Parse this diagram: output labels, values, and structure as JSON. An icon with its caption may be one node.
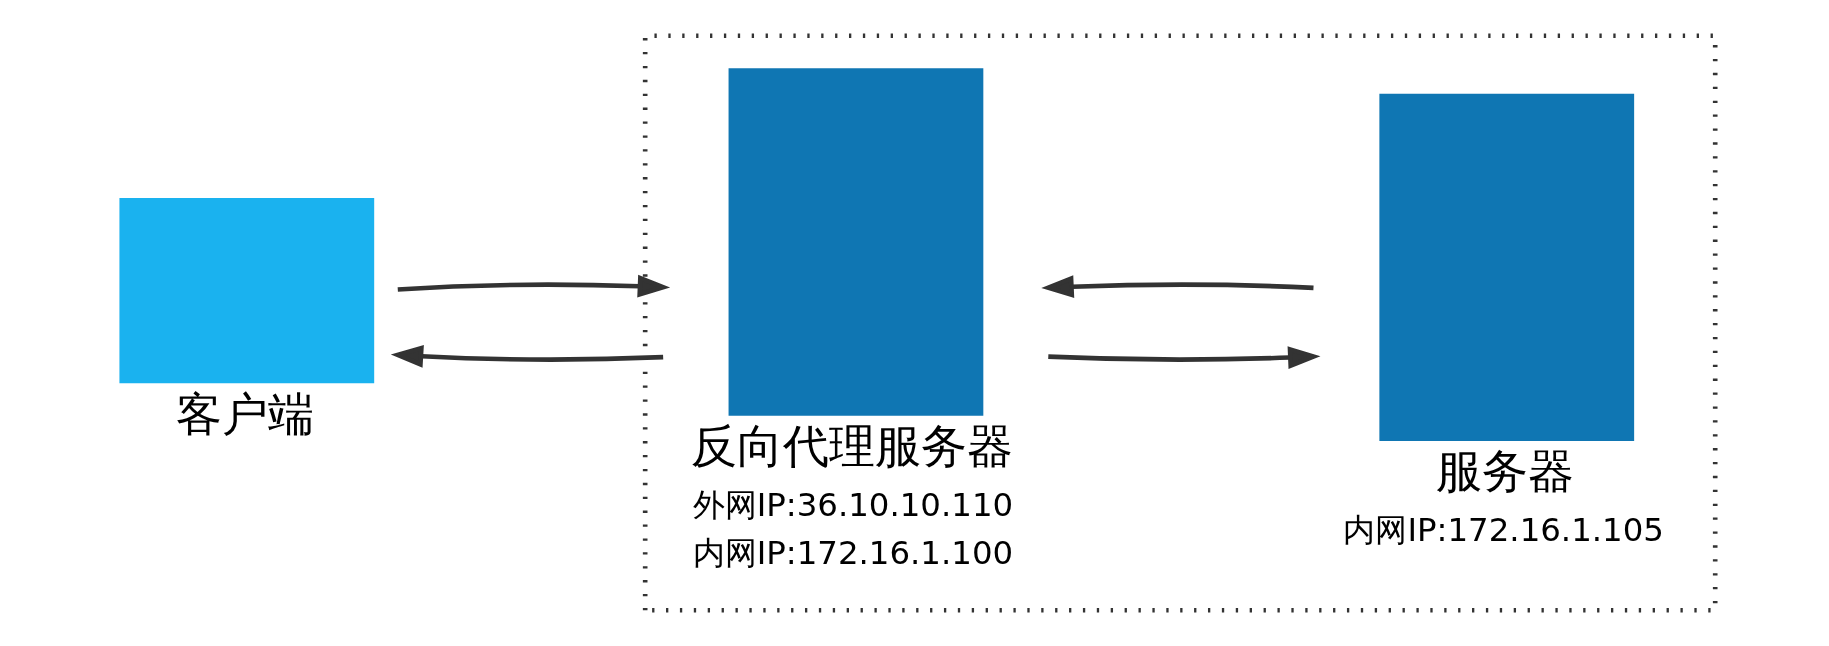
{
  "diagram": {
    "nodes": [
      {
        "text": [],
        "shape": "box"
      },
      {
        "text": [
          "客户端"
        ]
      },
      {
        "text": [
          "反向代理服务器",
          "外网IP:36.10.10.110",
          "内网IP:172.16.1.100"
        ],
        "in": 0
      },
      {
        "text": [
          "服务器",
          "内网IP:172.16.1.105"
        ],
        "in": 0
      }
    ],
    "edges": [
      {
        "from": 1,
        "to": 2,
        "arrow": "to"
      },
      {
        "from": 2,
        "to": 1,
        "arrow": "to"
      },
      {
        "from": 2,
        "to": 3,
        "arrow": "to"
      },
      {
        "from": 3,
        "to": 2,
        "arrow": "to"
      }
    ]
  }
}
